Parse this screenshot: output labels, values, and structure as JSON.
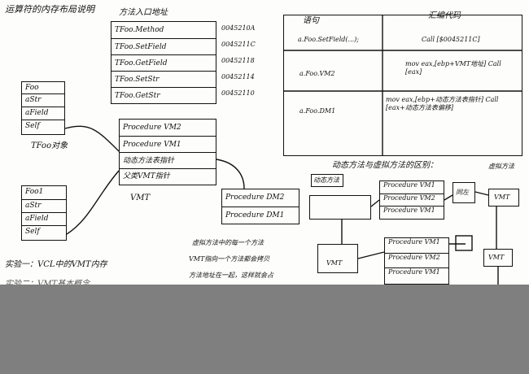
{
  "title": "运算符的内存布局说明",
  "address_table": {
    "header": "方法入口地址",
    "rows": [
      {
        "label": "TFoo.Method",
        "addr": "0045210A"
      },
      {
        "label": "TFoo.SetField",
        "addr": "0045211C"
      },
      {
        "label": "TFoo.GetField",
        "addr": "00452118"
      },
      {
        "label": "TFoo.SetStr",
        "addr": "00452114"
      },
      {
        "label": "TFoo.GetStr",
        "addr": "00452110"
      }
    ]
  },
  "foo_obj": {
    "name": "Foo",
    "fields": [
      "aStr",
      "aField",
      "Self"
    ],
    "caption": "TFoo对象"
  },
  "foo1_obj": {
    "name": "Foo1",
    "fields": [
      "aStr",
      "aField",
      "Self"
    ]
  },
  "vmt": {
    "rows": [
      "Procedure VM2",
      "Procedure VM1",
      "动态方法表指针",
      "父类VMT指针"
    ],
    "caption": "VMT"
  },
  "dmt": {
    "rows": [
      "Procedure DM2",
      "Procedure DM1"
    ]
  },
  "code_table": {
    "col1": "语句",
    "col2": "汇编代码",
    "rows": [
      {
        "stmt": "a.Foo.SetField(...);",
        "asm": "Call [$0045211C]"
      },
      {
        "stmt": "a.Foo.VM2",
        "asm": "mov eax,[ebp+VMT地址]  Call [eax]"
      },
      {
        "stmt": "a.Foo.DM1",
        "asm": "mov eax,[ebp+动态方法表指针]  Call [eax+动态方法表偏移]"
      }
    ]
  },
  "notes": {
    "dyn_vs_virtual": "动态方法与虚拟方法的区别：",
    "dyn_label": "动态方法",
    "virt_label": "虚拟方法",
    "same_label": "同左",
    "vmt_word": "VMT",
    "mid_note": [
      "虚拟方法中的每一个方法",
      "VMT指向一个方法都会拷贝",
      "方法地址在一起，这样就会占"
    ],
    "exp1": "实验一：VCL中的VMT内存",
    "exp2": "实验二：VMT基本概念"
  }
}
